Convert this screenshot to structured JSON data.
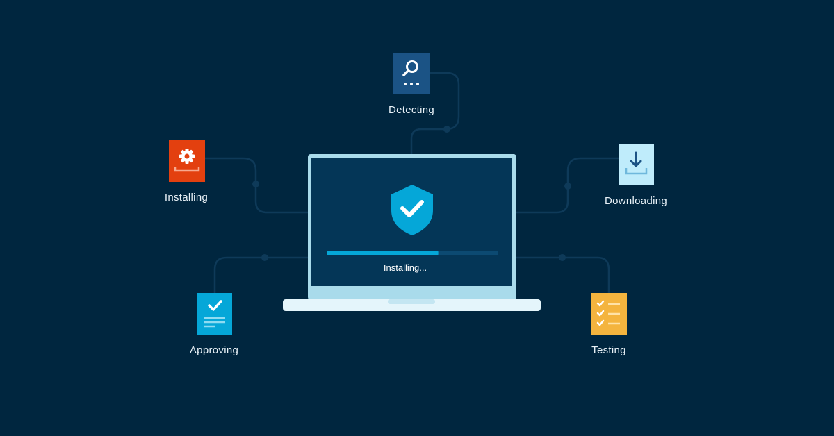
{
  "laptop": {
    "status_text": "Installing...",
    "progress_percent": 65
  },
  "steps": {
    "detecting": {
      "label": "Detecting",
      "icon": "magnifier-dots-icon",
      "color": "#1b5385"
    },
    "installing": {
      "label": "Installing",
      "icon": "gear-tray-icon",
      "color": "#e3400f"
    },
    "downloading": {
      "label": "Downloading",
      "icon": "download-arrow-icon",
      "color": "#bfecfb"
    },
    "approving": {
      "label": "Approving",
      "icon": "check-document-icon",
      "color": "#05a7d8"
    },
    "testing": {
      "label": "Testing",
      "icon": "checklist-icon",
      "color": "#f4b43e"
    }
  },
  "center_icon": "shield-check-icon",
  "colors": {
    "background": "#00263f",
    "connector": "#0e3a59",
    "laptop_frame": "#a9dbeb",
    "laptop_screen": "#043657",
    "progress_fill": "#05a7d8",
    "progress_track": "#0c4a72",
    "shield": "#05a7d8"
  }
}
